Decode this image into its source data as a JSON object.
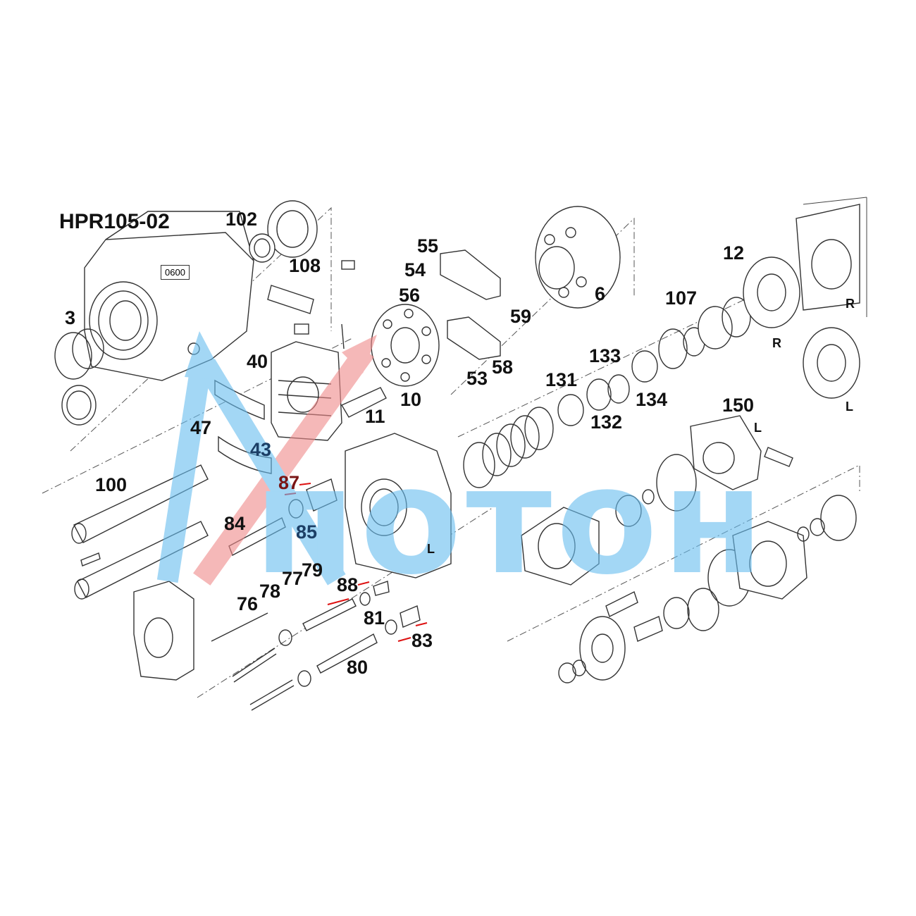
{
  "title": "HPR105-02",
  "nameplate": "0600",
  "watermark": "потон",
  "watermark_color": "#67bdf0",
  "arrow_colors": {
    "blue": "#67bdf0",
    "red": "#f08a8a"
  },
  "part_labels": {
    "p102": "102",
    "p108": "108",
    "p3": "3",
    "p40": "40",
    "p47": "47",
    "p43": "43",
    "p100": "100",
    "p84": "84",
    "p87": "87",
    "p85": "85",
    "p76": "76",
    "p78": "78",
    "p77": "77",
    "p79": "79",
    "p88": "88",
    "p81": "81",
    "p83": "83",
    "p80": "80",
    "p11": "11",
    "p10": "10",
    "p53": "53",
    "p58": "58",
    "p59": "59",
    "p55": "55",
    "p54": "54",
    "p56": "56",
    "p6": "6",
    "p131": "131",
    "p132": "132",
    "p133": "133",
    "p134": "134",
    "p107": "107",
    "p12": "12",
    "p150": "150"
  },
  "side_labels": {
    "r1": "R",
    "r2": "R",
    "l1": "L",
    "l2": "L",
    "l3": "L"
  }
}
